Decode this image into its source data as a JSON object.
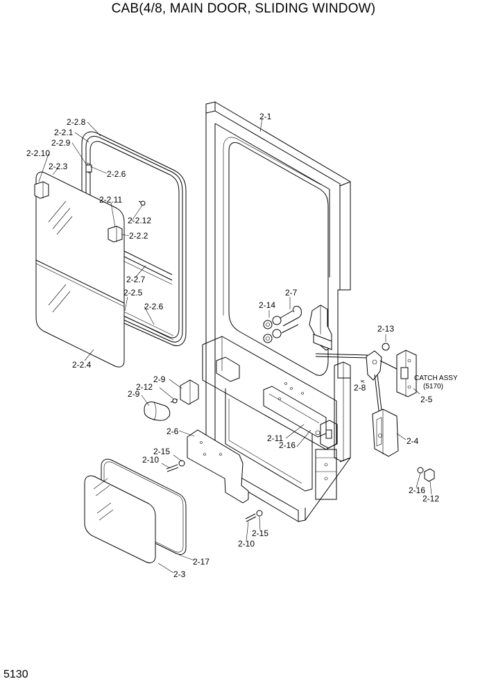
{
  "title": "CAB(4/8, MAIN DOOR, SLIDING WINDOW)",
  "page_number": "5130",
  "callouts": {
    "c_2_2_8": "2-2.8",
    "c_2_2_1": "2-2.1",
    "c_2_2_9": "2-2.9",
    "c_2_2_10": "2-2.10",
    "c_2_2_3": "2-2.3",
    "c_2_2_6a": "2-2.6",
    "c_2_2_11": "2-2.11",
    "c_2_2_12": "2-2.12",
    "c_2_2_2": "2-2.2",
    "c_2_2_7": "2-2.7",
    "c_2_2_5": "2-2.5",
    "c_2_2_6b": "2-2.6",
    "c_2_2_4": "2-2.4",
    "c_2_1": "2-1",
    "c_2_7": "2-7",
    "c_2_14": "2-14",
    "c_2_13": "2-13",
    "c_catch": "CATCH ASSY",
    "c_catch_ref": "(5170)",
    "c_2_5": "2-5",
    "c_2_8": "2-8",
    "c_2_4": "2-4",
    "c_2_11": "2-11",
    "c_2_16a": "2-16",
    "c_2_9a": "2-9",
    "c_2_12a": "2-12",
    "c_2_9b": "2-9",
    "c_2_6": "2-6",
    "c_2_15a": "2-15",
    "c_2_10a": "2-10",
    "c_2_16b": "2-16",
    "c_2_12b": "2-12",
    "c_2_15b": "2-15",
    "c_2_10b": "2-10",
    "c_2_17": "2-17",
    "c_2_3": "2-3"
  }
}
